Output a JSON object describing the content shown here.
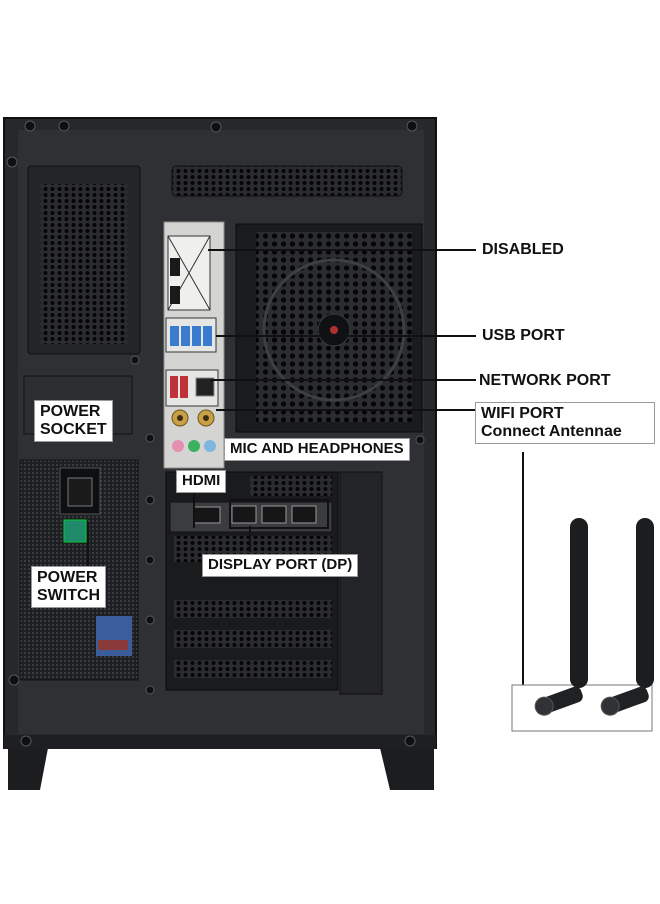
{
  "labels": {
    "disabled": "DISABLED",
    "usb_port": "USB PORT",
    "network_port": "NETWORK PORT",
    "wifi_port_line1": "WIFI PORT",
    "wifi_port_line2": "Connect Antennae",
    "mic_headphones": "MIC AND HEADPHONES",
    "hdmi": "HDMI",
    "display_port": "DISPLAY PORT (DP)",
    "power_socket_line1": "POWER",
    "power_socket_line2": "SOCKET",
    "power_switch_line1": "POWER",
    "power_switch_line2": "SWITCH"
  },
  "icons": [
    "pc-case",
    "rear-io-panel",
    "case-fan",
    "psu-socket",
    "psu-switch",
    "graphics-card",
    "wifi-antenna"
  ],
  "colors": {
    "case": "#26282b",
    "case_dark": "#141517",
    "io_shield": "#d4d4d2",
    "usb_blue": "#3a7bd0",
    "usb_red": "#c0323a",
    "gold": "#c8a046",
    "mic_pink": "#e58fb0",
    "audio_blue": "#7fb6e0",
    "switch_green": "#1f8a6a",
    "leader_line": "#111111"
  }
}
